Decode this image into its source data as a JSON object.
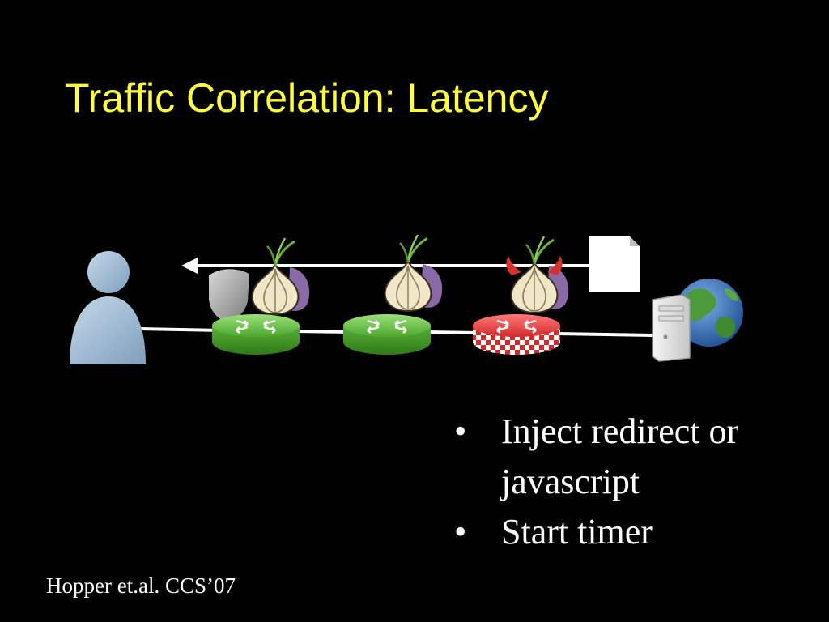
{
  "slide": {
    "title": "Traffic Correlation: Latency",
    "bullets": [
      "Inject redirect or javascript",
      "Start timer"
    ],
    "bullet_symbol": "•",
    "citation": "Hopper et.al. CCS’07"
  },
  "diagram": {
    "nodes": [
      {
        "id": "user",
        "icon": "user-icon"
      },
      {
        "id": "shield",
        "icon": "shield-icon"
      },
      {
        "id": "relay-1",
        "icon": "onion-router-icon",
        "state": "honest",
        "color": "#5cbf3a"
      },
      {
        "id": "relay-2",
        "icon": "onion-router-icon",
        "state": "honest",
        "color": "#5cbf3a"
      },
      {
        "id": "relay-3",
        "icon": "onion-router-icon",
        "state": "malicious",
        "color": "#e23a3a"
      },
      {
        "id": "document",
        "icon": "document-icon"
      },
      {
        "id": "server",
        "icon": "server-icon"
      },
      {
        "id": "internet",
        "icon": "globe-icon"
      }
    ],
    "colors": {
      "background": "#000000",
      "title": "#ffff33",
      "link": "#ffffff",
      "honest_router": "#5cbf3a",
      "malicious_router": "#e23a3a",
      "onion": "#efe7c8",
      "onion_purple": "#8a6aa6",
      "devil_horns": "#d9302c"
    }
  }
}
